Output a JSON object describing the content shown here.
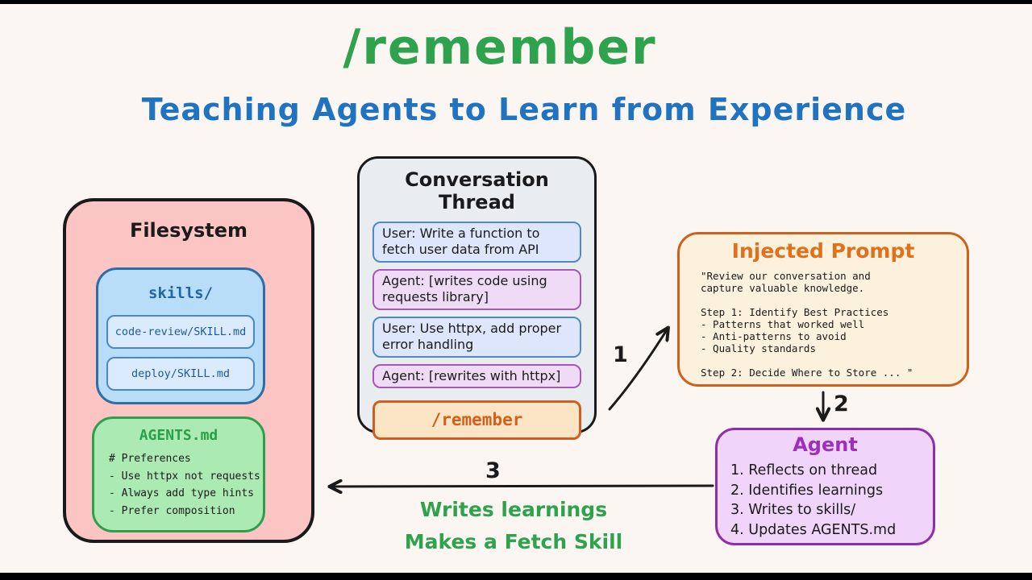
{
  "header": {
    "title": "/remember",
    "subtitle": "Teaching Agents to Learn from Experience"
  },
  "conversation": {
    "title": "Conversation Thread",
    "messages": [
      {
        "role": "user",
        "text": "User: Write a function to fetch user data from API"
      },
      {
        "role": "agent",
        "text": "Agent: [writes code using requests library]"
      },
      {
        "role": "user",
        "text": "User: Use httpx, add proper error handling"
      },
      {
        "role": "agent",
        "text": "Agent: [rewrites with httpx]"
      }
    ],
    "command": "/remember"
  },
  "filesystem": {
    "title": "Filesystem",
    "skills": {
      "title": "skills/",
      "files": [
        "code-review/SKILL.md",
        "deploy/SKILL.md"
      ]
    },
    "agents_md": {
      "title": "AGENTS.md",
      "lines": [
        "# Preferences",
        "- Use httpx not requests",
        "- Always add type hints",
        "- Prefer composition"
      ]
    }
  },
  "injected_prompt": {
    "title": "Injected Prompt",
    "lines": [
      "\"Review our conversation and",
      "capture valuable knowledge.",
      "",
      "Step 1: Identify Best Practices",
      "- Patterns that worked well",
      "- Anti-patterns to avoid",
      "- Quality standards",
      "",
      "Step 2: Decide Where to Store ... \""
    ]
  },
  "agent": {
    "title": "Agent",
    "steps": [
      "1. Reflects on thread",
      "2. Identifies learnings",
      "3. Writes to skills/",
      "4. Updates AGENTS.md"
    ]
  },
  "arrows": {
    "labels": [
      "1",
      "2",
      "3"
    ]
  },
  "captions": [
    "Writes learnings",
    "Makes a Fetch Skill"
  ],
  "colors": {
    "bg": "#FCF6F3",
    "bar": "#000000",
    "ink": "#1A1A1A",
    "title-green": "#2FA24D",
    "subtitle-blue": "#1F73C1",
    "thread-bg": "#E9EDF0",
    "user-bg": "#DDE6FB",
    "user-border": "#4E8AC9",
    "agent-msg-bg": "#F0DBF7",
    "agent-msg-border": "#A457BC",
    "cmd-bg": "#FCE5C5",
    "cmd-border": "#CC6020",
    "cmd-text": "#D2601A",
    "fs-bg": "#FAC5C3",
    "skills-bg": "#B7DDF8",
    "skills-border": "#2E6DA8",
    "skills-text": "#2165A8",
    "file-bg": "#D9EBFC",
    "file-border": "#4D86C5",
    "file-text": "#1C5A9E",
    "agents-bg": "#ABEAB2",
    "agents-border": "#2F9E4D",
    "agents-title": "#27A047",
    "prompt-bg": "#FBF1DC",
    "prompt-border": "#CE5F1D",
    "prompt-title": "#E0701B",
    "agentbox-bg": "#F0D4FA",
    "agentbox-border": "#8E2FA8",
    "agentbox-title": "#9C30BC"
  }
}
